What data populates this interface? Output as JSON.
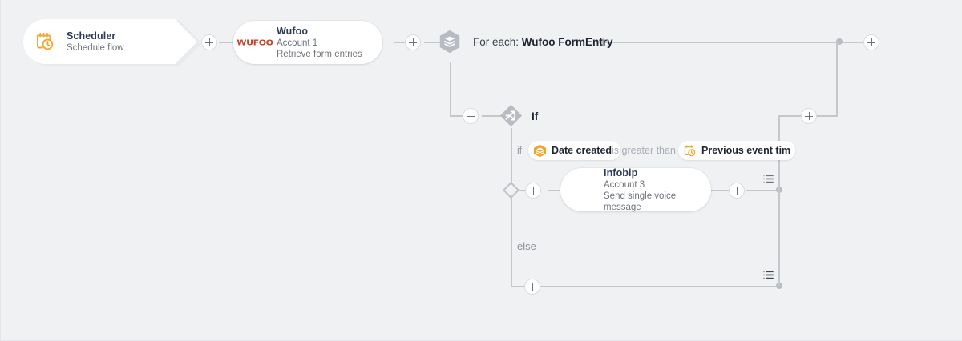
{
  "canvas": {
    "background_color": "#f0f1f3",
    "wire_color": "#c4c7cc",
    "accent_color": "#f0a830",
    "title_color": "#2e3a59"
  },
  "nodes": {
    "scheduler": {
      "icon": "calendar-clock-icon",
      "title": "Scheduler",
      "subtitle": "Schedule flow"
    },
    "wufoo": {
      "icon": "wufoo-logo",
      "logo_text": "WUFOO",
      "title": "Wufoo",
      "account": "Account 1",
      "action": "Retrieve form entries"
    },
    "infobip": {
      "icon": "infobip-logo",
      "title": "Infobip",
      "account": "Account 3",
      "action": "Send single voice message"
    }
  },
  "loop": {
    "icon": "layers-hexagon-icon",
    "prefix": "For each: ",
    "item": "Wufoo FormEntry"
  },
  "condition": {
    "icon": "branch-diamond-icon",
    "label": "If",
    "if_keyword": "if",
    "left_token": {
      "icon": "layers-hexagon-icon",
      "text": "Date created"
    },
    "operator": "is greater than",
    "right_token": {
      "icon": "calendar-clock-outline-icon",
      "text": "Previous event tim"
    },
    "else_label": "else"
  },
  "icons": {
    "add_step": "plus-icon",
    "branch_menu": "list-menu-icon",
    "flow_arrow": "arrow-left-icon"
  }
}
